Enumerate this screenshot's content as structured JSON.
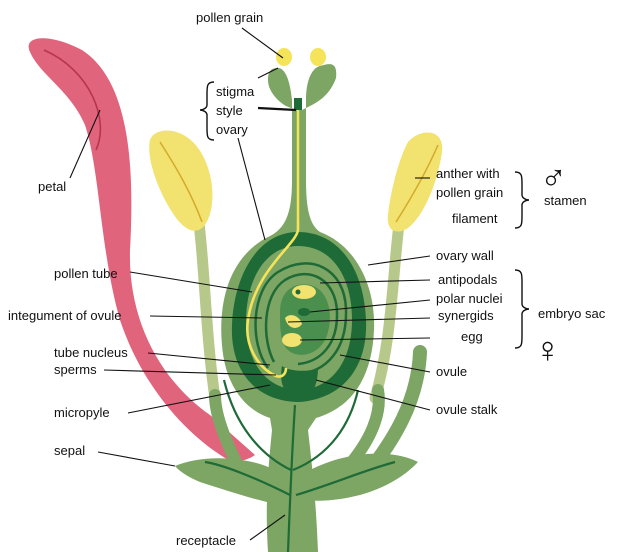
{
  "labels": {
    "pollen_grain": "pollen grain",
    "stigma": "stigma",
    "style": "style",
    "ovary": "ovary",
    "petal": "petal",
    "anther_line1": "anther with",
    "anther_line2": "pollen grain",
    "filament": "filament",
    "stamen": "stamen",
    "ovary_wall": "ovary wall",
    "pollen_tube": "pollen tube",
    "antipodals": "antipodals",
    "polar_nuclei": "polar nuclei",
    "synergids": "synergids",
    "integument_of_ovule": "integument of ovule",
    "embryo_sac": "embryo sac",
    "egg": "egg",
    "tube_nucleus": "tube nucleus",
    "sperms": "sperms",
    "ovule": "ovule",
    "micropyle": "micropyle",
    "ovule_stalk": "ovule stalk",
    "sepal": "sepal",
    "receptacle": "receptacle"
  },
  "symbols": {
    "male": "♂",
    "female": "♀"
  },
  "colors": {
    "petal": "#e0647c",
    "sepal_green": "#7da564",
    "dark_green": "#1e6b37",
    "anther_yellow": "#f2e270",
    "pollen_yellow": "#f5e35a",
    "filament_green": "#b7c98a"
  }
}
